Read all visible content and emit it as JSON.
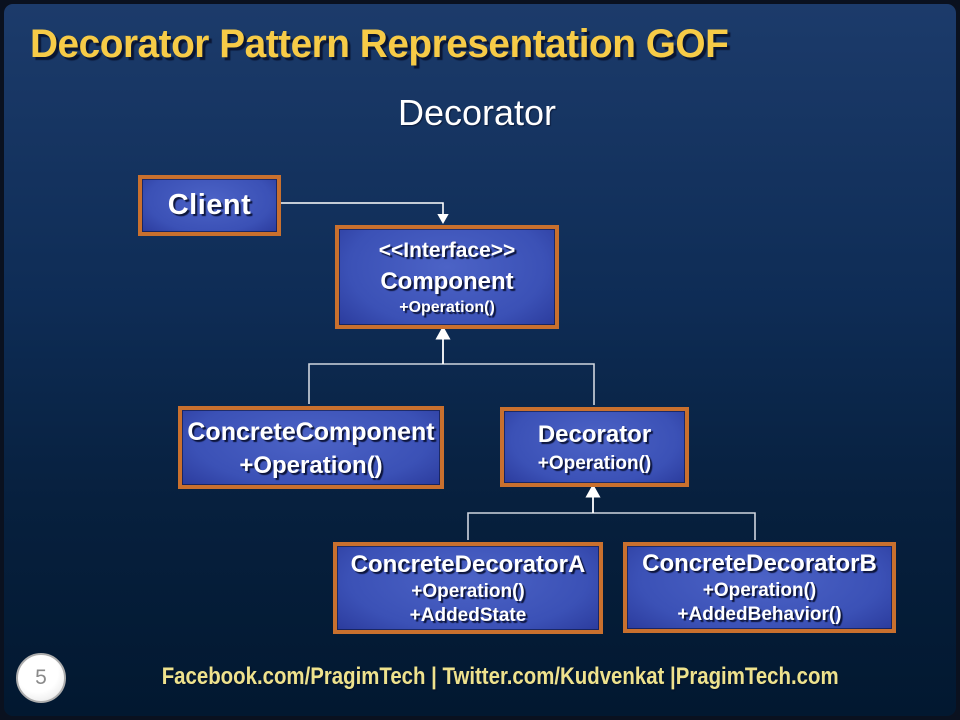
{
  "slide": {
    "title": "Decorator Pattern Representation GOF",
    "subtitle": "Decorator",
    "footer_text": "Facebook.com/PragimTech | Twitter.com/Kudvenkat |PragimTech.com",
    "page_number": "5"
  },
  "colors": {
    "title": "#F7CB47",
    "subtitle": "#FFFFFF",
    "footer": "#EEE28D",
    "box_border": "#C9702E",
    "box_fill_center": "#4C63C6",
    "box_fill_edge": "#1B2870",
    "bg_top": "#1C3B6B",
    "bg_mid": "#0E2C55",
    "bg_bottom": "#021830",
    "connector_line": "#CFD5DE",
    "arrow": "#FFFFFF",
    "frame": "#0A111F"
  },
  "diagram": {
    "client": {
      "name": "Client"
    },
    "component": {
      "stereotype": "<<Interface>>",
      "name": "Component",
      "members": [
        "+Operation()"
      ]
    },
    "concrete_component": {
      "name": "ConcreteComponent",
      "members": [
        "+Operation()"
      ]
    },
    "decorator": {
      "name": "Decorator",
      "members": [
        "+Operation()"
      ]
    },
    "concrete_decorator_a": {
      "name": "ConcreteDecoratorA",
      "members": [
        "+Operation()",
        "+AddedState"
      ]
    },
    "concrete_decorator_b": {
      "name": "ConcreteDecoratorB",
      "members": [
        "+Operation()",
        "+AddedBehavior()"
      ]
    }
  }
}
